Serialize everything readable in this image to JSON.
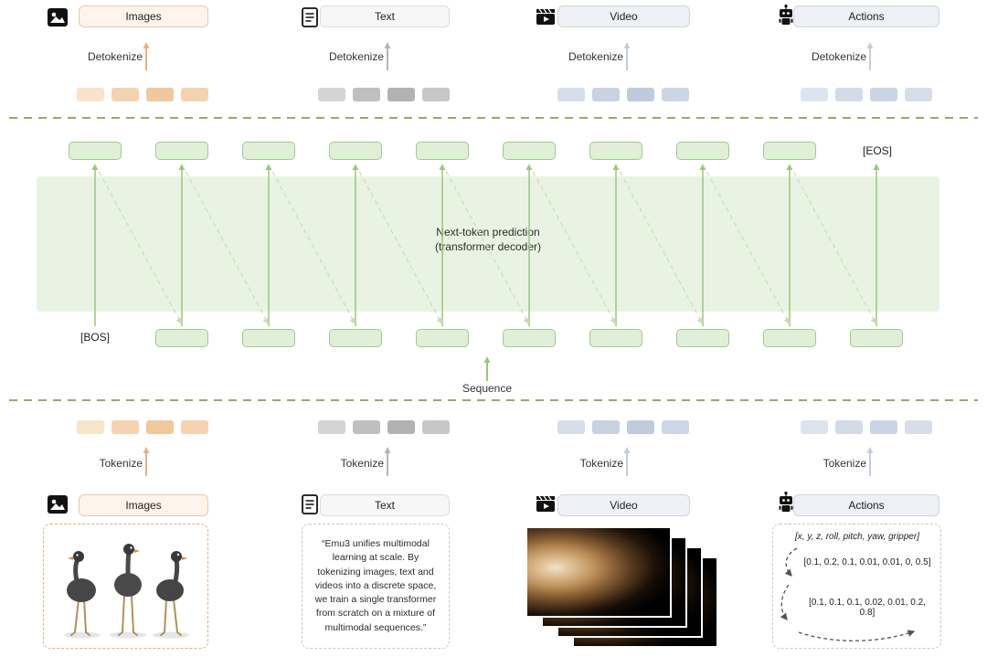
{
  "arrow_labels": {
    "detokenize": "Detokenize",
    "tokenize": "Tokenize"
  },
  "modalities": [
    {
      "label": "Images"
    },
    {
      "label": "Text"
    },
    {
      "label": "Video"
    },
    {
      "label": "Actions"
    }
  ],
  "transformer": {
    "bos": "[BOS]",
    "eos": "[EOS]",
    "decoder_label_line1": "Next-token prediction",
    "decoder_label_line2": "(transformer decoder)",
    "sequence_label": "Sequence",
    "top_box_count": 9,
    "bottom_box_count": 9,
    "vertical_arrow_count": 10,
    "diagonal_arrow_count": 9,
    "tokens_per_row": 4
  },
  "bottom": {
    "text_quote": "“Emu3 unifies multimodal learning at scale. By tokenizing images, text and videos into a discrete space, we train a single transformer from scratch on a mixture of multimodal sequences.”",
    "actions_header": "[x, y, z, roll, pitch, yaw, gripper]",
    "actions_values": [
      "[0.1, 0.2, 0.1, 0.01, 0.01, 0, 0.5]",
      "[0.1, 0.1, 0.1, 0.02, 0.01, 0.2, 0.8]"
    ]
  },
  "colors": {
    "images": {
      "accent": "#e7b185",
      "pill_bg": "#fdf4ec",
      "pill_border": "#ecc9a4",
      "tokens": [
        "#f8e3cb",
        "#f4d4b0",
        "#f0c89e",
        "#f4d4b0"
      ]
    },
    "text": {
      "accent": "#b5b5b5",
      "pill_bg": "#f7f7f7",
      "pill_border": "#dcdcdc",
      "tokens": [
        "#d4d4d4",
        "#bfbfbf",
        "#b2b2b2",
        "#c7c7c7"
      ]
    },
    "video": {
      "accent": "#c2cddc",
      "pill_bg": "#eef1f6",
      "pill_border": "#ccd3df",
      "tokens": [
        "#d6dee9",
        "#c8d2e1",
        "#bfcbdd",
        "#cdd6e4"
      ]
    },
    "actions": {
      "accent": "#c2cddc",
      "pill_bg": "#edf0f5",
      "pill_border": "#ccd3df",
      "tokens": [
        "#dee4ef",
        "#d3dbe9",
        "#cbd4e5",
        "#d7dee9"
      ]
    },
    "green": {
      "box_bg": "#e1efd8",
      "box_border": "#9fca8a",
      "block_bg": "#e9f3e2",
      "arrow": "#97c77c",
      "diagonal": "#c5deb5",
      "divider": "#8fae6f"
    }
  }
}
